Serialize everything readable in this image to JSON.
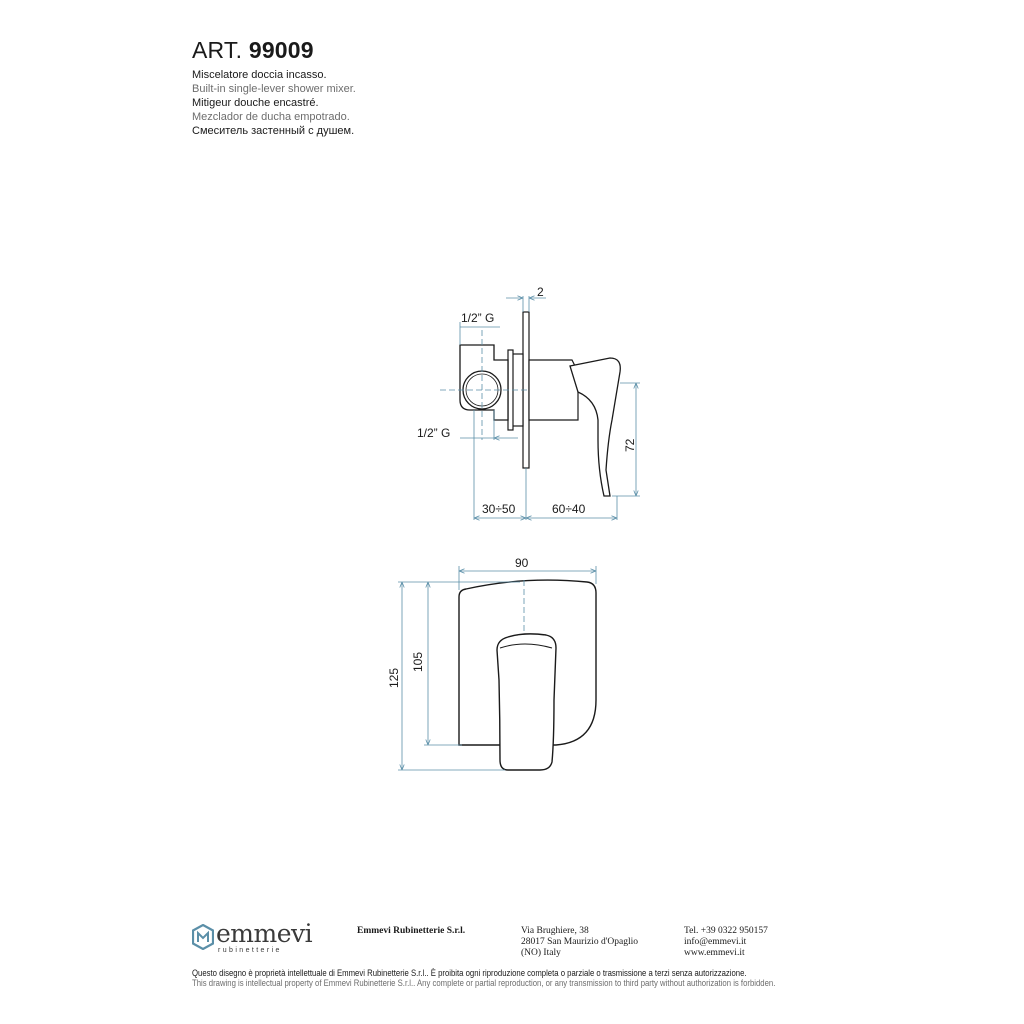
{
  "header": {
    "art_prefix": "ART.",
    "art_code": "99009",
    "descriptions": [
      "Miscelatore doccia incasso.",
      "Built-in single-lever shower mixer.",
      "Mitigeur douche encastré.",
      "Mezclador de ducha empotrado.",
      "Смеситель застенный с душем."
    ]
  },
  "side_view": {
    "dim_plate": "2",
    "dim_inlet_top": "1/2” G",
    "dim_inlet_side": "1/2” G",
    "dim_height": "72",
    "dim_depth_body": "30÷50",
    "dim_depth_lever": "60÷40"
  },
  "front_view": {
    "dim_width": "90",
    "dim_total_height": "125",
    "dim_plate_height": "105"
  },
  "colors": {
    "dimension_line": "#5b8fa8",
    "outline": "#1a1a1a"
  },
  "footer": {
    "logo_word": "emmevi",
    "logo_sub": "rubinetterie",
    "company": "Emmevi Rubinetterie S.r.l.",
    "address": [
      "Via Brughiere, 38",
      "28017 San Maurizio d'Opaglio",
      "(NO) Italy"
    ],
    "contact": [
      "Tel. +39 0322 950157",
      "info@emmevi.it",
      "www.emmevi.it"
    ],
    "legal_it": "Questo disegno è proprietà intellettuale di Emmevi Rubinetterie S.r.l.. È proibita ogni riproduzione completa o parziale o trasmissione a terzi senza autorizzazione.",
    "legal_en": "This drawing is intellectual property of Emmevi Rubinetterie S.r.l.. Any complete or partial reproduction, or any transmission to third party without authorization is forbidden."
  }
}
